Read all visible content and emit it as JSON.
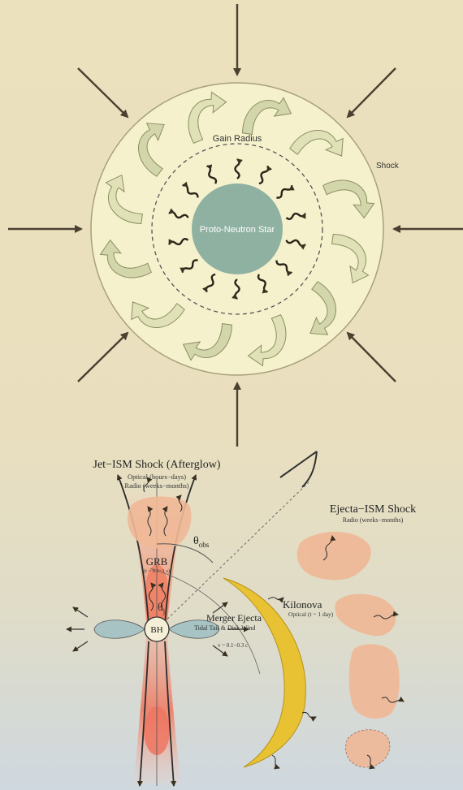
{
  "supernova": {
    "gain_radius": "Gain Radius",
    "shock": "Shock",
    "pns": "Proto-Neutron Star"
  },
  "merger": {
    "jet_title": "Jet−ISM Shock (Afterglow)",
    "jet_optical": "Optical (hours−days)",
    "jet_radio": "Radio (weeks−months)",
    "theta_obs_main": "θ",
    "theta_obs_sub": "obs",
    "grb": "GRB",
    "grb_time": "(t ~ 0.1−1 s)",
    "theta_j_main": "θ",
    "theta_j_sub": "j",
    "ejecta_title": "Ejecta−ISM Shock",
    "ejecta_radio": "Radio (weeks−months)",
    "kilonova": "Kilonova",
    "kilonova_optical": "Optical (t ~ 1 day)",
    "merger_ejecta": "Merger Ejecta",
    "tidal": "Tidal Tail & Disk Wind",
    "velocity": "v ~ 0.1−0.3 c",
    "bh": "BH"
  },
  "colors": {
    "circle_fill": "#f5f1cd",
    "pns_fill": "#8fb1a2",
    "arrow_fill": "#cfd3a6",
    "blob_fill": "#efb897",
    "lobe_fill": "#a7c3c4",
    "crescent_fill": "#e8c233"
  }
}
